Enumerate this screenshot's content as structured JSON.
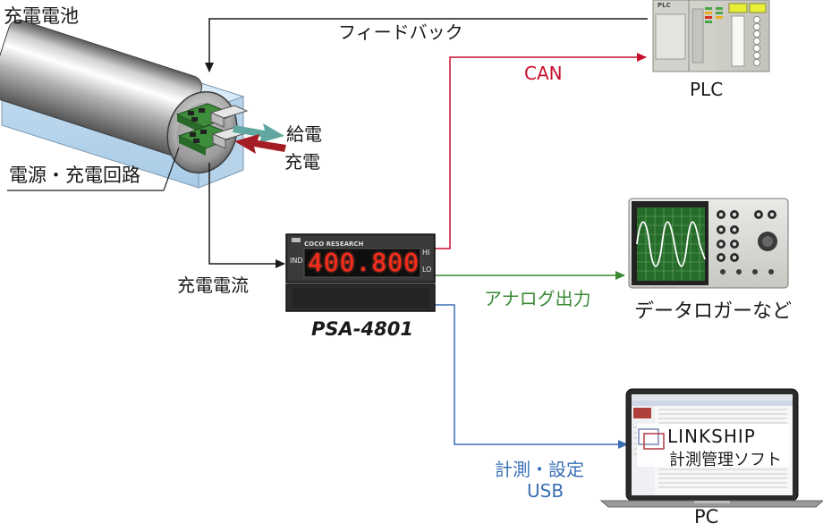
{
  "labels": {
    "battery": "充電電池",
    "circuit": "電源・充電回路",
    "discharge": "給電",
    "charge": "充電",
    "feedback": "フィードバック",
    "can": "CAN",
    "plc": "PLC",
    "charge_current": "充電電流",
    "model": "PSA-4801",
    "analog": "アナログ出力",
    "logger": "データロガーなど",
    "measure": "計測・設定",
    "usb": "USB",
    "pc": "PC",
    "linkship": "LINKSHIP",
    "linksoft": "計測管理ソフト"
  },
  "meter": {
    "brand": "COCO RESEARCH",
    "display": "400.800",
    "ind": "IND",
    "hi": "HI",
    "lo": "LO"
  },
  "plc_panel": {
    "title": "PLC"
  },
  "colors": {
    "can": "#c8102e",
    "analog": "#3a8a35",
    "usb": "#3a6fb5",
    "wire": "#1a1a1a",
    "arrow_out": "#5fa7a0",
    "arrow_in": "#a51d24",
    "led": "#ff2a1a"
  },
  "icons": [
    "battery-cylinder",
    "circuit-board",
    "plc-unit",
    "meter-device",
    "oscilloscope",
    "laptop"
  ]
}
